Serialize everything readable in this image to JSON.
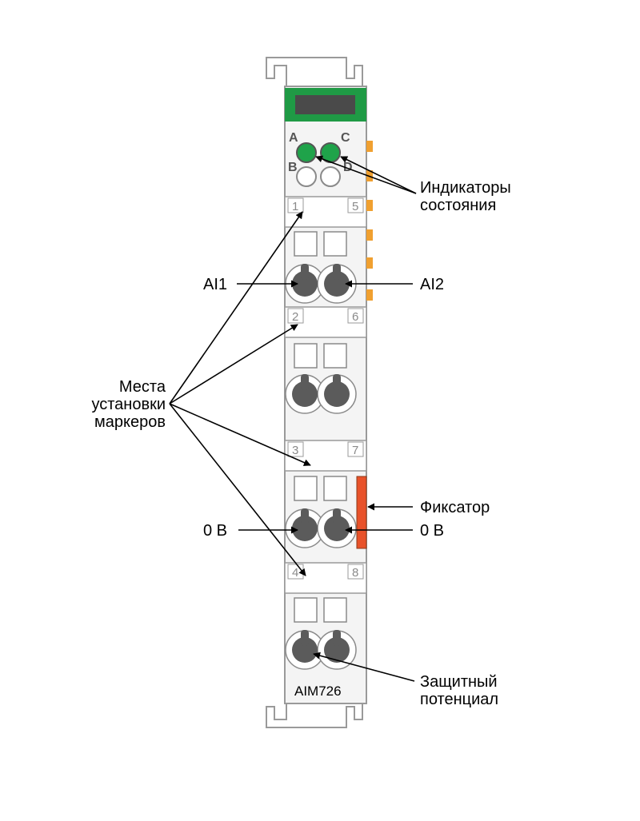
{
  "module": {
    "model": "AIM726",
    "led_letters": {
      "a": "A",
      "b": "B",
      "c": "C",
      "d": "D"
    },
    "terminal_numbers": {
      "t1": "1",
      "t2": "2",
      "t3": "3",
      "t4": "4",
      "t5": "5",
      "t6": "6",
      "t7": "7",
      "t8": "8"
    }
  },
  "labels": {
    "status_line1": "Индикаторы",
    "status_line2": "состояния",
    "ai1": "AI1",
    "ai2": "AI2",
    "markers_line1": "Места",
    "markers_line2": "установки",
    "markers_line3": "маркеров",
    "latch": "Фиксатор",
    "zero_v_left": "0 В",
    "zero_v_right": "0 В",
    "protective_line1": "Защитный",
    "protective_line2": "потенциал"
  },
  "colors": {
    "module_outline": "#9a9a9a",
    "module_fill": "#f4f4f4",
    "header_green": "#1f9a45",
    "led_green": "#1fa34a",
    "pin_orange": "#f0a030",
    "latch_red": "#e8522a",
    "screw_gray": "#5b5b5b"
  }
}
